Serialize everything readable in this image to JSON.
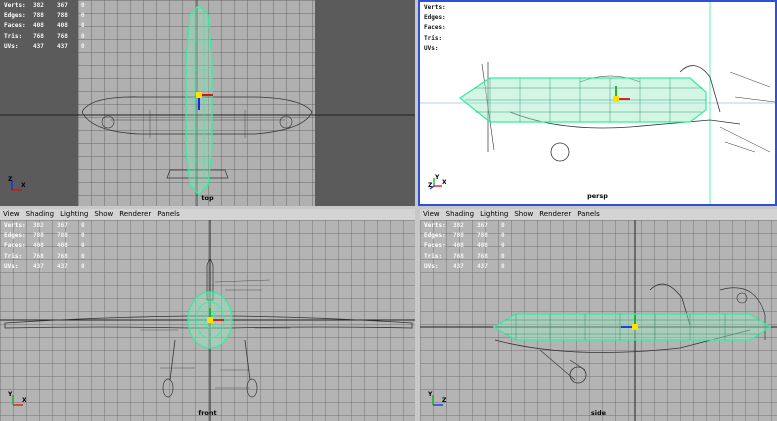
{
  "menu": [
    "View",
    "Shading",
    "Lighting",
    "Show",
    "Renderer",
    "Panels"
  ],
  "hud_labels": [
    "Verts:",
    "Edges:",
    "Faces:",
    "Tris:",
    "UVs:"
  ],
  "hud_values": [
    [
      "382",
      "367",
      "0"
    ],
    [
      "788",
      "788",
      "0"
    ],
    [
      "408",
      "408",
      "0"
    ],
    [
      "768",
      "768",
      "0"
    ],
    [
      "437",
      "437",
      "0"
    ]
  ],
  "viewports": {
    "top": {
      "camera": "top"
    },
    "persp": {
      "camera": "persp"
    },
    "front": {
      "camera": "front"
    },
    "side": {
      "camera": "side"
    }
  },
  "axis_labels": {
    "x": "X",
    "y": "Y",
    "z": "Z"
  },
  "colors": {
    "mesh": "#2ff0a0",
    "selection_border": "#2f4fd8",
    "axis_x": "#e01010",
    "axis_y": "#10b020",
    "axis_z": "#1030e0"
  }
}
